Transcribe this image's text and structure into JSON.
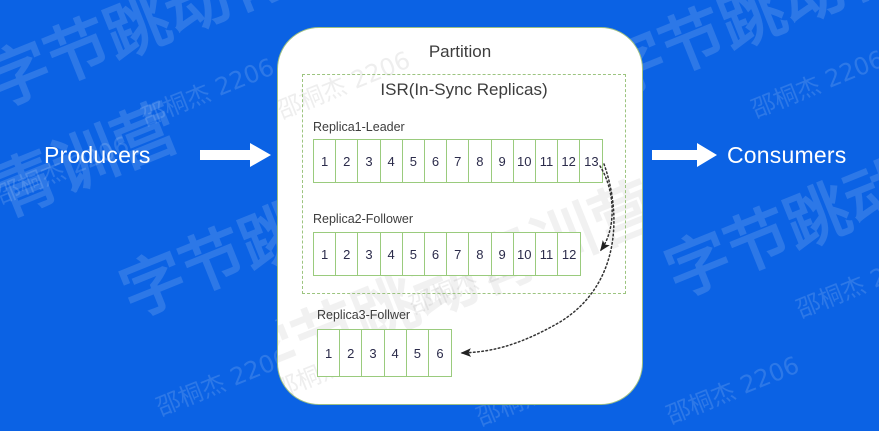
{
  "background_color": "#0B62E4",
  "panel": {
    "title": "Partition",
    "background": "#ffffff",
    "border_color": "#9DBF84"
  },
  "isr": {
    "title": "ISR(In-Sync Replicas)",
    "border_color": "#9CC47F"
  },
  "flow": {
    "left_label": "Producers",
    "right_label": "Consumers",
    "arrow_color": "#ffffff",
    "left_arrow_icon": "arrow-right-icon",
    "right_arrow_icon": "arrow-right-icon"
  },
  "replicas": [
    {
      "label": "Replica1-Leader",
      "role": "leader",
      "offsets": [
        "1",
        "2",
        "3",
        "4",
        "5",
        "6",
        "7",
        "8",
        "9",
        "10",
        "11",
        "12",
        "13"
      ]
    },
    {
      "label": "Replica2-Follower",
      "role": "follower",
      "offsets": [
        "1",
        "2",
        "3",
        "4",
        "5",
        "6",
        "7",
        "8",
        "9",
        "10",
        "11",
        "12"
      ]
    },
    {
      "label": "Replica3-Follwer",
      "role": "follower",
      "offsets": [
        "1",
        "2",
        "3",
        "4",
        "5",
        "6"
      ]
    }
  ],
  "sync_arrows": [
    {
      "name": "leader-to-replica2",
      "style": "dotted-curve",
      "color": "#3a3a3a"
    },
    {
      "name": "leader-to-replica3",
      "style": "dotted-curve",
      "color": "#3a3a3a"
    }
  ],
  "watermarks": {
    "brand": "字节跳动青训营",
    "user": "邵桐杰 2206"
  }
}
